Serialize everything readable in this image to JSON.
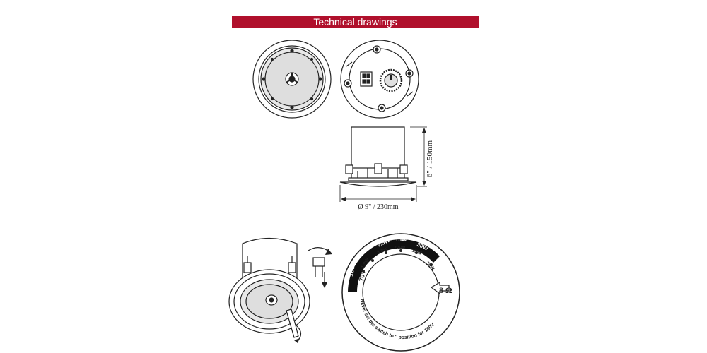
{
  "header": {
    "title": "Technical drawings",
    "color": "#b0102c"
  },
  "dimensions": {
    "height_label": "6\" / 150mm",
    "diameter_label": "Ø 9\" / 230mm"
  },
  "dial": {
    "outer_labels": {
      "v100": "100V",
      "w75": "7.5W",
      "w15": "15W",
      "w30": "30W"
    },
    "inner_labels": {
      "v70": "70V",
      "w19": "1.9W",
      "w38": "3.8W",
      "w75": "7.5W",
      "w15": "15W",
      "w30": "30W"
    },
    "ohm_label": "8 Ω",
    "warning_part1": "Never set the switch to '",
    "warning_part2": "' position for 100V"
  }
}
